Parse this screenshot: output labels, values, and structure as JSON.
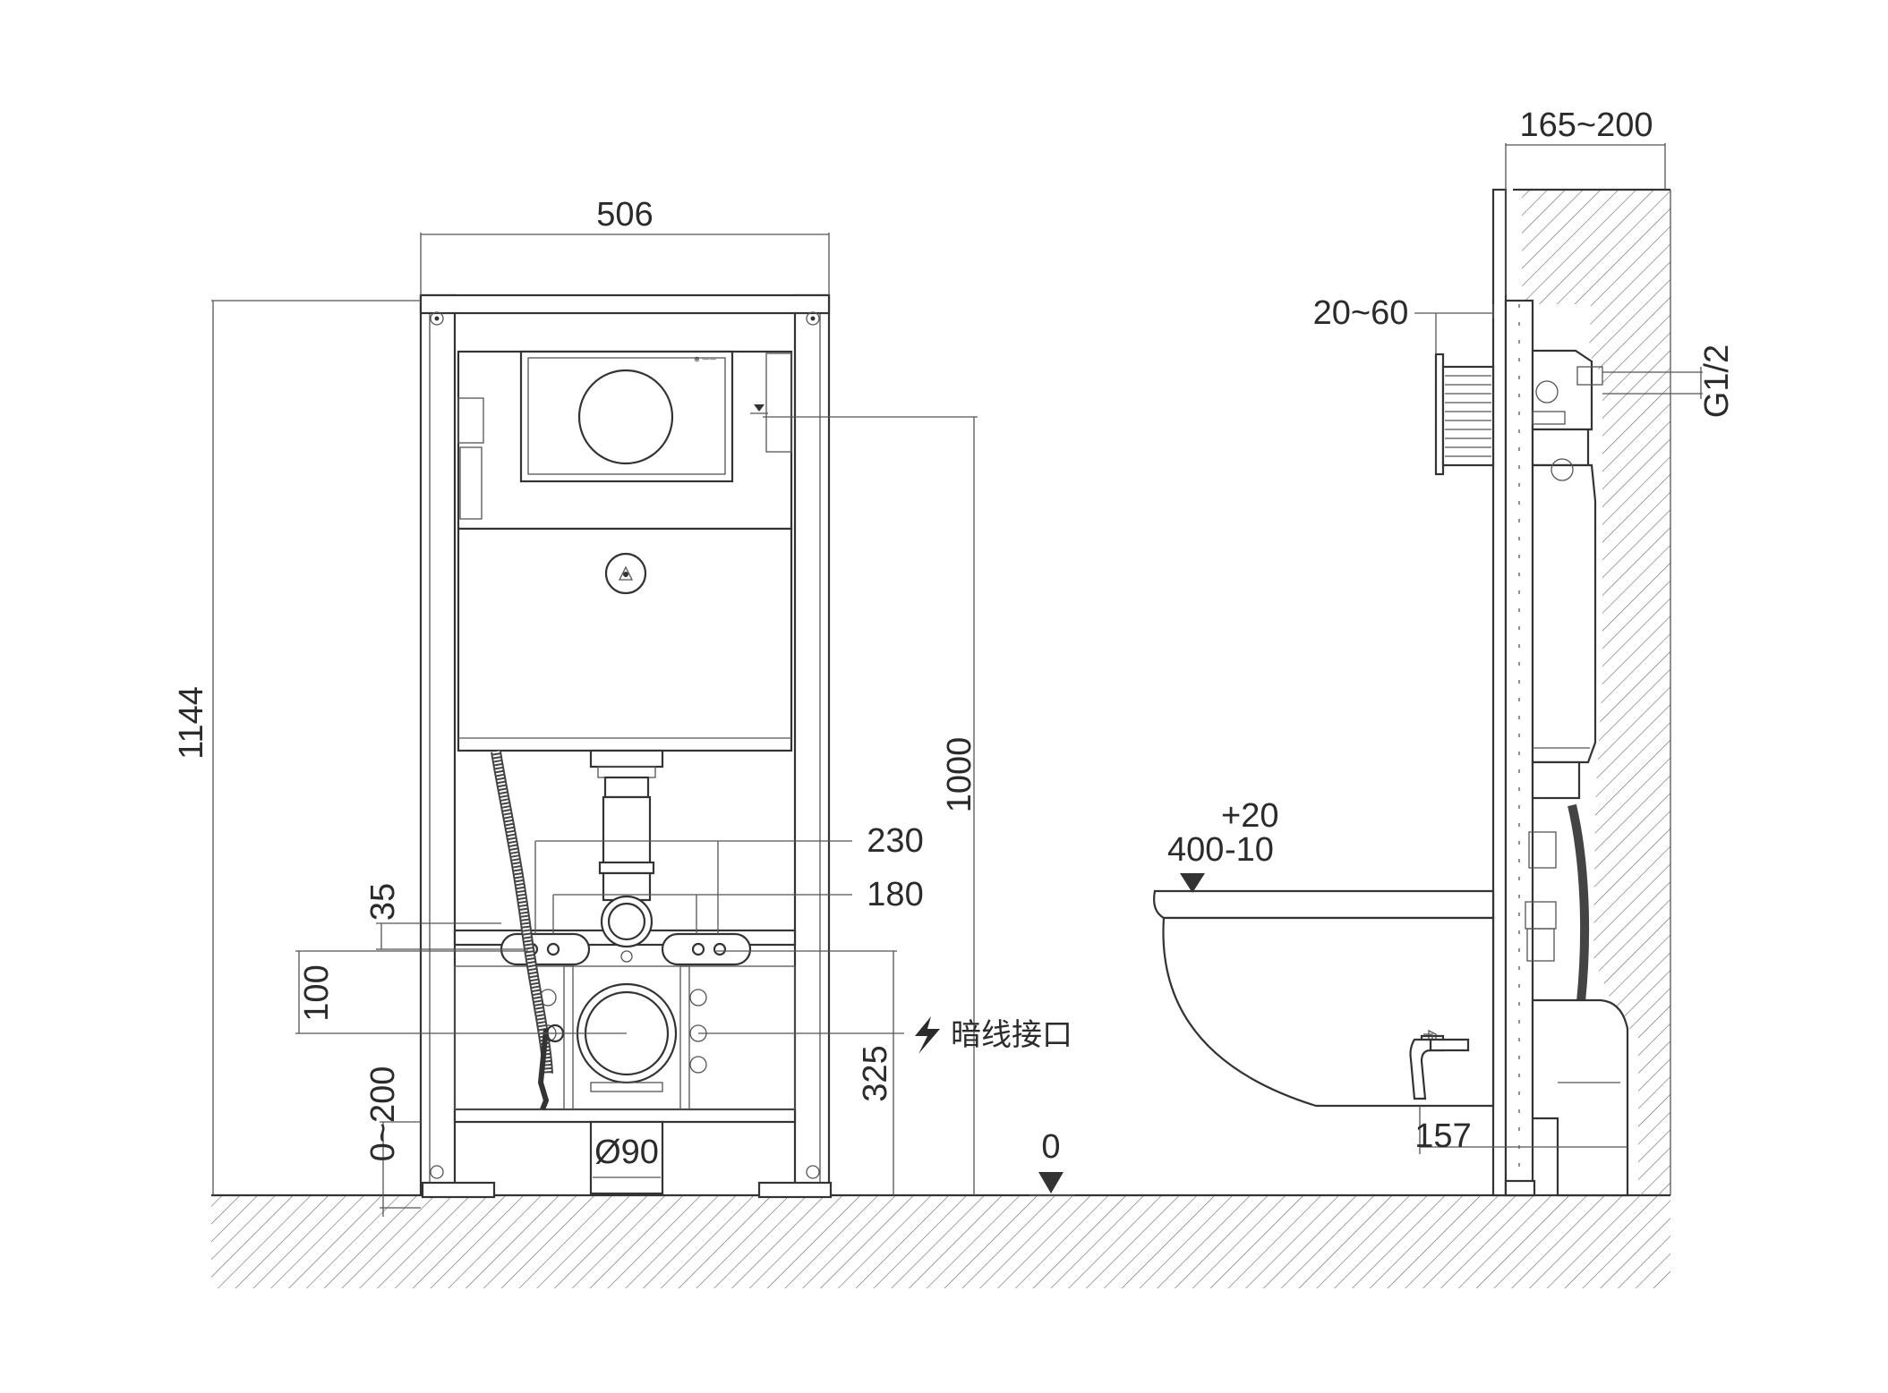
{
  "front_view": {
    "dim_width": "506",
    "dim_height_total": "1144",
    "dim_height_flush": "1000",
    "dim_bolt_spacing_outer": "230",
    "dim_bolt_spacing_inner": "180",
    "dim_bolt_height": "35",
    "dim_drain_offset": "100",
    "dim_drain_height": "325",
    "dim_leg_adjust": "0~200",
    "dim_drain_pipe": "Ø90",
    "concealed_wiring_label": "暗线接口",
    "floor_level": "0"
  },
  "side_view": {
    "dim_depth": "165~200",
    "dim_wall_finish": "20~60",
    "dim_inlet": "G1/2",
    "dim_seat_height": "400",
    "dim_seat_tol_plus": "+20",
    "dim_seat_tol_minus": "-10",
    "dim_outlet": "157"
  },
  "icons": [
    "lightning-icon",
    "level-marker-icon",
    "recycle-icon"
  ]
}
